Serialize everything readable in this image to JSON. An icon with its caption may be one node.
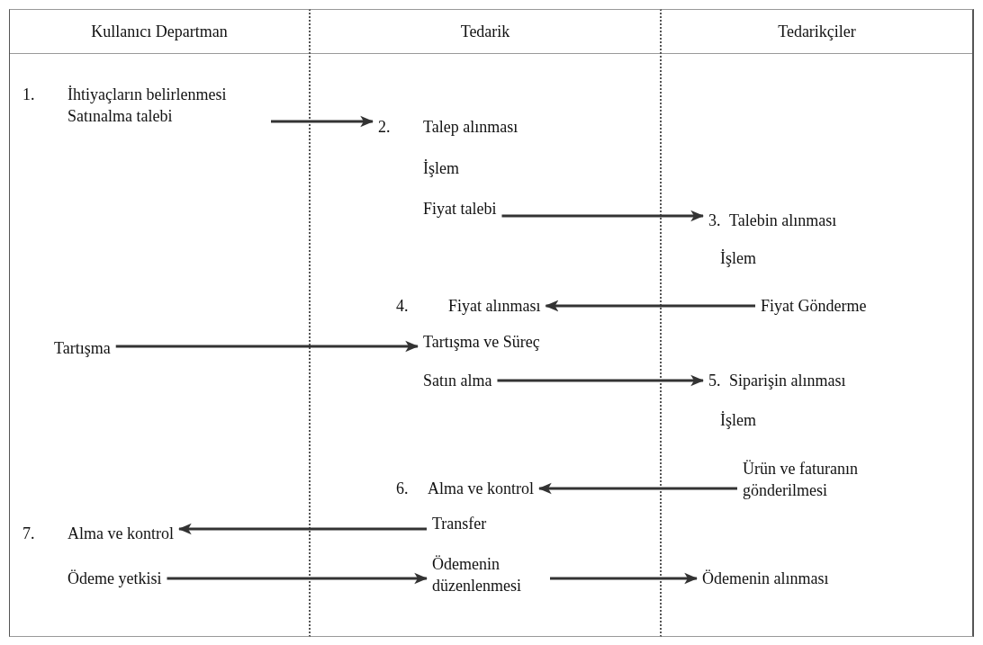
{
  "diagram": {
    "nodes": [
      {
        "text": [
          "Kullanıcı Departman"
        ]
      },
      {
        "text": [
          "Tedarik"
        ]
      },
      {
        "text": [
          "Tedarikçiler"
        ]
      },
      {
        "text": [
          "İhtiyaçların belirlenmesi Satınalma talebi"
        ],
        "in": 0,
        "beside": [
          "1."
        ]
      },
      {
        "text": [
          "Talep alınması"
        ],
        "in": 1,
        "beside": [
          "2."
        ]
      },
      {
        "text": [
          "Fiyat talebi"
        ],
        "in": 1
      },
      {
        "text": [
          "Talebin alınması"
        ],
        "in": 2,
        "beside": [
          "3."
        ]
      },
      {
        "text": [
          "Fiyat Gönderme"
        ],
        "in": 2
      },
      {
        "text": [
          "Fiyat alınması"
        ],
        "in": 1,
        "beside": [
          "4."
        ]
      },
      {
        "text": [
          "Tartışma"
        ],
        "in": 0
      },
      {
        "text": [
          "Tartışma ve Süreç"
        ],
        "in": 1
      },
      {
        "text": [
          "Satın alma"
        ],
        "in": 1
      },
      {
        "text": [
          "Siparişin alınması"
        ],
        "in": 2,
        "beside": [
          "5."
        ]
      },
      {
        "text": [
          "Ürün ve faturanın gönderilmesi"
        ],
        "in": 2
      },
      {
        "text": [
          "Alma ve kontrol"
        ],
        "in": 1,
        "beside": [
          "6."
        ]
      },
      {
        "text": [
          "Transfer"
        ],
        "in": 1
      },
      {
        "text": [
          "Alma ve kontrol"
        ],
        "in": 0,
        "beside": [
          "7."
        ]
      },
      {
        "text": [
          "Ödeme yetkisi"
        ],
        "in": 0
      },
      {
        "text": [
          "Ödemenin düzenlenmesi"
        ],
        "in": 1
      },
      {
        "text": [
          "Ödemenin alınması"
        ],
        "in": 2
      }
    ],
    "edges": [
      {
        "from": 3,
        "to": 4,
        "arrow": "to"
      },
      {
        "from": 5,
        "to": 6,
        "arrow": "to"
      },
      {
        "from": 7,
        "to": 8,
        "arrow": "to"
      },
      {
        "from": 9,
        "to": 10,
        "arrow": "to"
      },
      {
        "from": 11,
        "to": 12,
        "arrow": "to"
      },
      {
        "from": 13,
        "to": 14,
        "arrow": "to"
      },
      {
        "from": 15,
        "to": 16,
        "arrow": "to"
      },
      {
        "from": 17,
        "to": 18,
        "arrow": "to"
      },
      {
        "from": 18,
        "to": 19,
        "arrow": "to"
      }
    ],
    "labels": [
      "İşlem",
      "İşlem",
      "İşlem"
    ]
  }
}
